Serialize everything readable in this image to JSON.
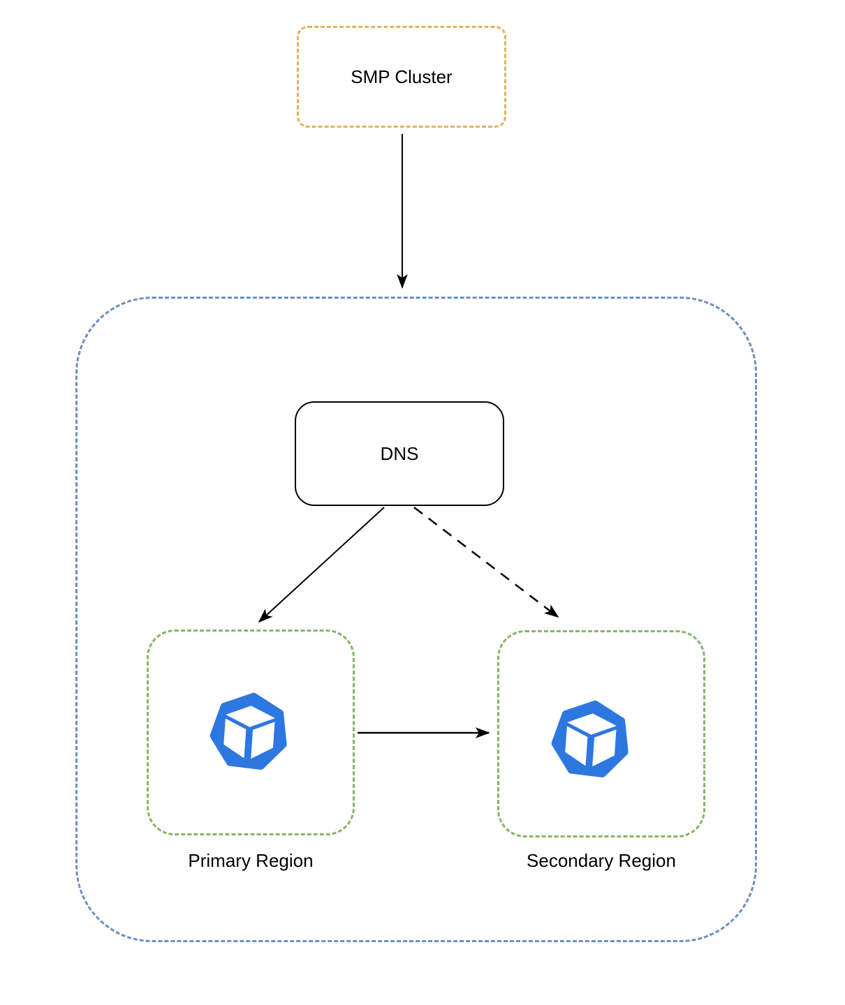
{
  "diagram": {
    "title": "SMP Cluster DNS multi-region routing diagram",
    "nodes": {
      "smp_cluster": {
        "label": "SMP Cluster",
        "border_style": "dashed",
        "border_color": "#e0b45a"
      },
      "outer_container": {
        "label": "",
        "border_style": "dashed",
        "border_color": "#6c8ebf"
      },
      "dns": {
        "label": "DNS",
        "border_style": "solid",
        "border_color": "#000000"
      },
      "primary_region": {
        "label": "Primary Region",
        "border_style": "dashed",
        "border_color": "#84b666"
      },
      "secondary_region": {
        "label": "Secondary Region",
        "border_style": "dashed",
        "border_color": "#84b666"
      }
    },
    "icons": {
      "region_icon_name": "cube-heptagon-icon",
      "region_icon_color": "#2d78e0",
      "cube_color": "#ffffff"
    },
    "edges": [
      {
        "from": "smp_cluster",
        "to": "outer_container",
        "style": "solid",
        "arrow": "end"
      },
      {
        "from": "dns",
        "to": "primary_region",
        "style": "solid",
        "arrow": "end"
      },
      {
        "from": "dns",
        "to": "secondary_region",
        "style": "dashed",
        "arrow": "end"
      },
      {
        "from": "primary_region",
        "to": "secondary_region",
        "style": "solid",
        "arrow": "end"
      }
    ],
    "colors": {
      "arrow": "#000000",
      "text": "#000000",
      "background": "#ffffff"
    }
  }
}
